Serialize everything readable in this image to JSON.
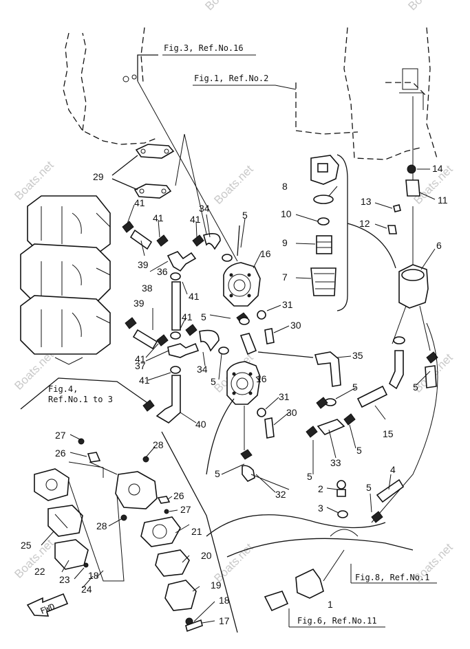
{
  "references": {
    "fig3": "Fig.3, Ref.No.16",
    "fig1": "Fig.1, Ref.No.2",
    "fig4_line1": "Fig.4,",
    "fig4_line2": "Ref.No.1 to 3",
    "fig8": "Fig.8, Ref.No.1",
    "fig6": "Fig.6, Ref.No.11"
  },
  "watermark": "Boats.net",
  "fwd_label": "FWD",
  "part_numbers": {
    "p1": "1",
    "p2": "2",
    "p3": "3",
    "p4": "4",
    "p5a": "5",
    "p5b": "5",
    "p5c": "5",
    "p5d": "5",
    "p5e": "5",
    "p5f": "5",
    "p5g": "5",
    "p5h": "5",
    "p5i": "5",
    "p6": "6",
    "p7": "7",
    "p8": "8",
    "p9": "9",
    "p10": "10",
    "p11": "11",
    "p12": "12",
    "p13": "13",
    "p14": "14",
    "p15": "15",
    "p16a": "16",
    "p16b": "16",
    "p17": "17",
    "p18a": "18",
    "p18b": "18",
    "p19": "19",
    "p20": "20",
    "p21": "21",
    "p22": "22",
    "p23": "23",
    "p24": "24",
    "p25": "25",
    "p26a": "26",
    "p26b": "26",
    "p27a": "27",
    "p27b": "27",
    "p28a": "28",
    "p28b": "28",
    "p29": "29",
    "p30a": "30",
    "p30b": "30",
    "p31a": "31",
    "p31b": "31",
    "p32": "32",
    "p33": "33",
    "p34a": "34",
    "p34b": "34",
    "p35": "35",
    "p36": "36",
    "p37": "37",
    "p38": "38",
    "p39a": "39",
    "p39b": "39",
    "p40": "40",
    "p41a": "41",
    "p41b": "41",
    "p41c": "41",
    "p41d": "41",
    "p41e": "41",
    "p41f": "41",
    "p41g": "41"
  }
}
